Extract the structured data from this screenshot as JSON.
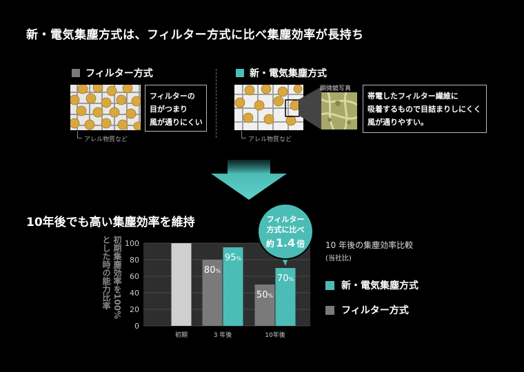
{
  "headline": "新・電気集塵方式は、フィルター方式に比べ集塵効率が長持ち",
  "colors": {
    "teal": "#4bbdb6",
    "gray": "#7a7a7a",
    "light": "#cfcfcf",
    "bg": "#000000"
  },
  "filter_panel": {
    "title": "フィルター方式",
    "callout_lines": [
      "フィルターの",
      "目がつまり",
      "風が通りにくい"
    ],
    "note": "アレル物質など",
    "icon": "gray-square-icon"
  },
  "electric_panel": {
    "title": "新・電気集塵方式",
    "micro_label": "顕微鏡写真",
    "callout_lines": [
      "帯電したフィルター繊維に",
      "吸着するもので目詰まりしにくく",
      "風が通りやすい。"
    ],
    "note": "アレル物質など",
    "icon": "teal-square-icon"
  },
  "section_title": "10年後でも高い集塵効率を維持",
  "badge": {
    "line1": "フィルター",
    "line2": "方式に比べ",
    "prefix": "約",
    "value": "1.4",
    "suffix": "倍"
  },
  "legend": {
    "title": "10 年後の集塵効率比較",
    "subtitle": "(当社比)",
    "items": [
      {
        "label": "新・電気集塵方式",
        "color": "#4bbdb6"
      },
      {
        "label": "フィルター方式",
        "color": "#7a7a7a"
      }
    ]
  },
  "chart_data": {
    "type": "bar",
    "ylabel_lines": [
      "初期集塵効率を100%",
      "とした時の能力比率"
    ],
    "ylim": [
      0,
      100
    ],
    "yticks": [
      0,
      20,
      40,
      60,
      80,
      100
    ],
    "categories": [
      "初期",
      "3 年後",
      "10年後"
    ],
    "series": [
      {
        "name": "初期",
        "color": "#cfcfcf",
        "values": [
          100,
          null,
          null
        ],
        "labels": [
          "",
          "",
          ""
        ]
      },
      {
        "name": "フィルター方式",
        "color": "#7a7a7a",
        "values": [
          null,
          80,
          50
        ],
        "labels": [
          "",
          "80",
          "50"
        ]
      },
      {
        "name": "新・電気集塵方式",
        "color": "#4bbdb6",
        "values": [
          null,
          95,
          70
        ],
        "labels": [
          "",
          "95",
          "70"
        ]
      }
    ],
    "label_unit": "%",
    "grid": true
  }
}
